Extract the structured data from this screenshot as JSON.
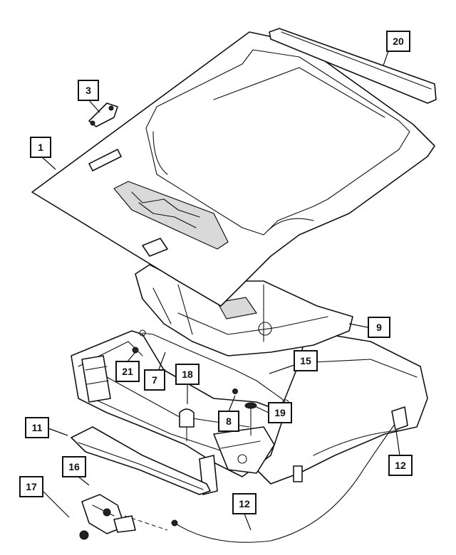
{
  "callouts": [
    {
      "id": "c1",
      "label": "1"
    },
    {
      "id": "c3",
      "label": "3"
    },
    {
      "id": "c7",
      "label": "7"
    },
    {
      "id": "c8",
      "label": "8"
    },
    {
      "id": "c9",
      "label": "9"
    },
    {
      "id": "c11",
      "label": "11"
    },
    {
      "id": "c12a",
      "label": "12"
    },
    {
      "id": "c12b",
      "label": "12"
    },
    {
      "id": "c15",
      "label": "15"
    },
    {
      "id": "c16",
      "label": "16"
    },
    {
      "id": "c17",
      "label": "17"
    },
    {
      "id": "c18",
      "label": "18"
    },
    {
      "id": "c19",
      "label": "19"
    },
    {
      "id": "c20",
      "label": "20"
    },
    {
      "id": "c21",
      "label": "21"
    }
  ]
}
